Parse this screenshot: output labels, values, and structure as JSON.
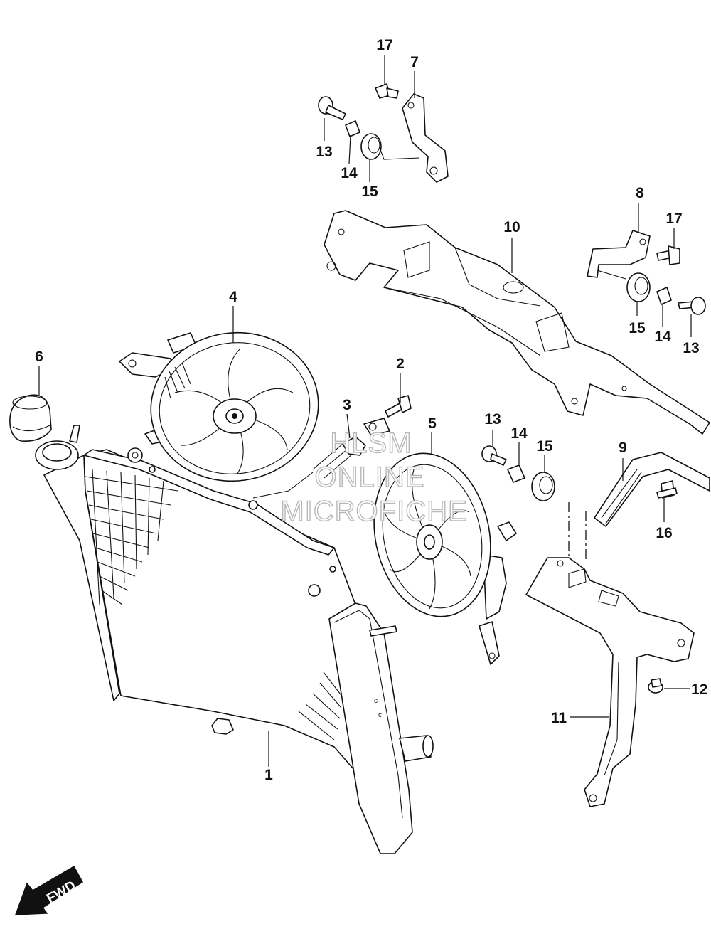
{
  "callouts": [
    {
      "id": "17a",
      "text": "17"
    },
    {
      "id": "7",
      "text": "7"
    },
    {
      "id": "13a",
      "text": "13"
    },
    {
      "id": "14a",
      "text": "14"
    },
    {
      "id": "15a",
      "text": "15"
    },
    {
      "id": "8",
      "text": "8"
    },
    {
      "id": "17b",
      "text": "17"
    },
    {
      "id": "10",
      "text": "10"
    },
    {
      "id": "15b",
      "text": "15"
    },
    {
      "id": "14b",
      "text": "14"
    },
    {
      "id": "13b",
      "text": "13"
    },
    {
      "id": "4",
      "text": "4"
    },
    {
      "id": "6",
      "text": "6"
    },
    {
      "id": "2",
      "text": "2"
    },
    {
      "id": "3",
      "text": "3"
    },
    {
      "id": "5",
      "text": "5"
    },
    {
      "id": "13c",
      "text": "13"
    },
    {
      "id": "14c",
      "text": "14"
    },
    {
      "id": "15c",
      "text": "15"
    },
    {
      "id": "9",
      "text": "9"
    },
    {
      "id": "16",
      "text": "16"
    },
    {
      "id": "12",
      "text": "12"
    },
    {
      "id": "11",
      "text": "11"
    },
    {
      "id": "1",
      "text": "1"
    }
  ],
  "watermark": {
    "line1": "HLSM",
    "line2": "ONLINE",
    "line3": "MICROFICHE"
  },
  "fwd_badge": {
    "text": "FWD"
  }
}
